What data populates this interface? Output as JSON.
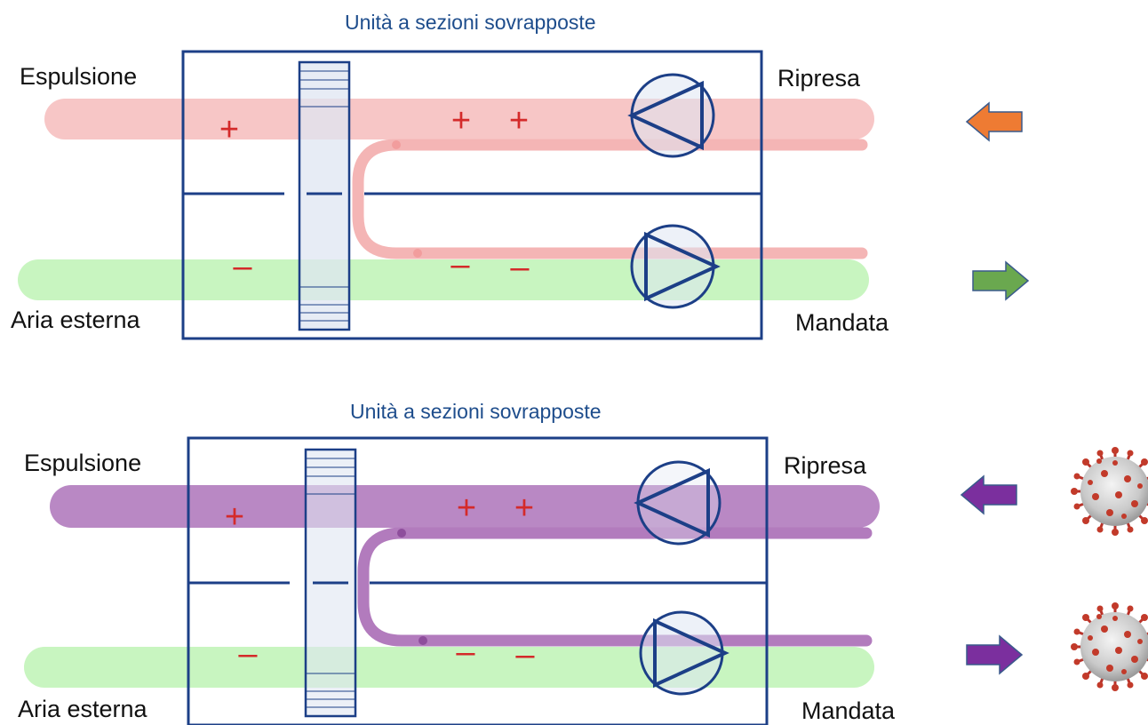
{
  "colors": {
    "frame": "#1c3f87",
    "title": "#1e4d8c",
    "exhaust_band_top": "#f7c6c6",
    "exhaust_band_bottom": "#b988c4",
    "outdoor_band": "#c8f5c0",
    "leak_pipe_top": "#f4b5b5",
    "leak_pipe_bottom": "#b27bbd",
    "wheel_fill": "#dfe6f2",
    "sign": "#d42a2a",
    "arrow_orange": "#ee7b33",
    "arrow_green": "#6aa84f",
    "arrow_purple": "#7b2f9e",
    "virus": "#c23a2a"
  },
  "top": {
    "title": "Unità a sezioni sovrapposte",
    "exhaust_label": "Espulsione",
    "return_label": "Ripresa",
    "outdoor_label": "Aria esterna",
    "supply_label": "Mandata",
    "pressure_high": "+",
    "pressure_low": "–",
    "return_arrow_icon": "orange-arrow-left",
    "supply_arrow_icon": "green-arrow-right"
  },
  "bottom": {
    "title": "Unità a sezioni sovrapposte",
    "exhaust_label": "Espulsione",
    "return_label": "Ripresa",
    "outdoor_label": "Aria esterna",
    "supply_label": "Mandata",
    "pressure_high": "+",
    "pressure_low": "–",
    "return_arrow_icon": "purple-arrow-left",
    "supply_arrow_icon": "purple-arrow-right",
    "virus_icon": "coronavirus-icon"
  }
}
